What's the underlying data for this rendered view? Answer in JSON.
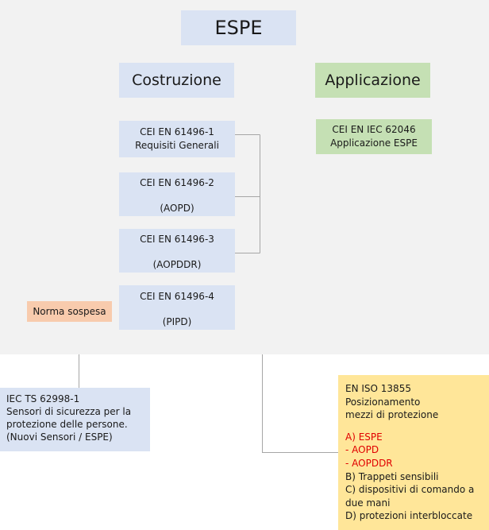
{
  "root": {
    "label": "ESPE"
  },
  "construction": {
    "label": "Costruzione",
    "standards": [
      {
        "code": "CEI EN 61496-1",
        "desc": "Requisiti Generali"
      },
      {
        "code": "CEI EN 61496-2",
        "desc": "(AOPD)"
      },
      {
        "code": "CEI EN 61496-3",
        "desc": "(AOPDDR)"
      },
      {
        "code": "CEI EN 61496-4",
        "desc": "(PIPD)"
      }
    ],
    "suspended_note": "Norma sospesa"
  },
  "application": {
    "label": "Applicazione",
    "standard": {
      "code": "CEI EN IEC 62046",
      "desc": "Applicazione ESPE"
    }
  },
  "iec_ts": {
    "lines": [
      "IEC TS 62998-1",
      "Sensori di sicurezza per la",
      "protezione delle persone.",
      "(Nuovi Sensori / ESPE)"
    ]
  },
  "en_iso": {
    "header": [
      "EN ISO 13855",
      "Posizionamento",
      "mezzi di protezione"
    ],
    "highlighted": [
      "A) ESPE",
      "- AOPD",
      "- AOPDDR"
    ],
    "others": [
      "B) Trappeti sensibili",
      "C) dispositivi di comando a due mani",
      "D) protezioni interbloccate"
    ]
  },
  "colors": {
    "panel_bg": "#f2f2f2",
    "blue": "#dae3f3",
    "green": "#c5e0b4",
    "orange": "#f8cbad",
    "yellow": "#ffe699",
    "highlight_text": "#e00000",
    "connector": "#a6a6a6"
  }
}
